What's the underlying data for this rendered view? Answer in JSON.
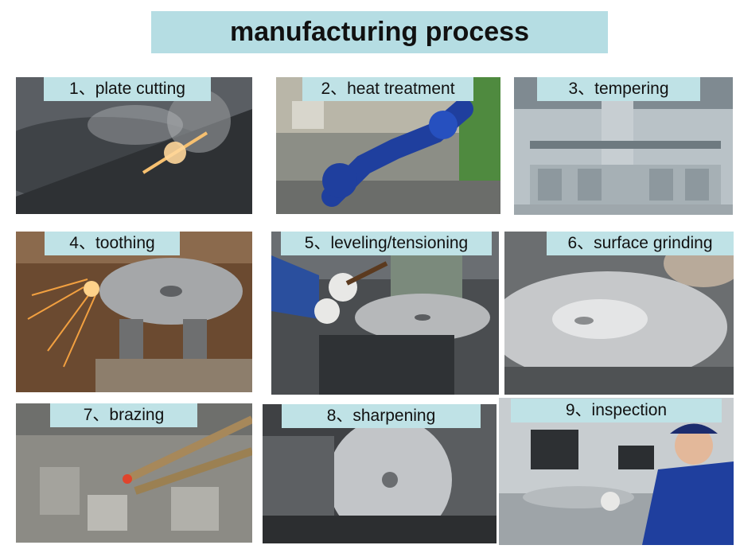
{
  "title": "manufacturing process",
  "steps": [
    {
      "label": "1、plate cutting"
    },
    {
      "label": "2、heat treatment"
    },
    {
      "label": "3、tempering"
    },
    {
      "label": "4、toothing"
    },
    {
      "label": "5、leveling/tensioning"
    },
    {
      "label": "6、surface grinding"
    },
    {
      "label": "7、brazing"
    },
    {
      "label": "8、sharpening"
    },
    {
      "label": "9、inspection"
    }
  ],
  "colors": {
    "title_bg": "#b5dde3",
    "caption_bg": "#bfe2e6",
    "robot_blue": "#1f3f9e",
    "spark_orange": "#f2a040"
  }
}
